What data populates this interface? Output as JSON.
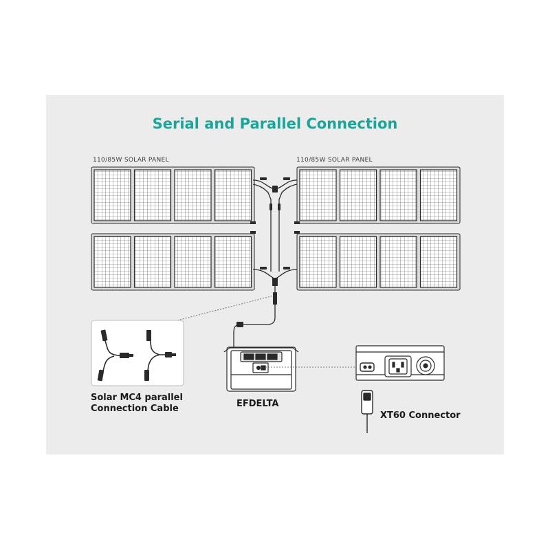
{
  "title": "Serial and Parallel Connection",
  "panels": {
    "left_label": "110/85W SOLAR PANEL",
    "right_label": "110/85W SOLAR PANEL"
  },
  "captions": {
    "cable_line1": "Solar MC4 parallel",
    "cable_line2": "Connection Cable",
    "station": "EFDELTA",
    "connector": "XT60 Connector"
  },
  "colors": {
    "title": "#1aa59b",
    "background": "#ececec",
    "line": "#2a2a2a"
  }
}
